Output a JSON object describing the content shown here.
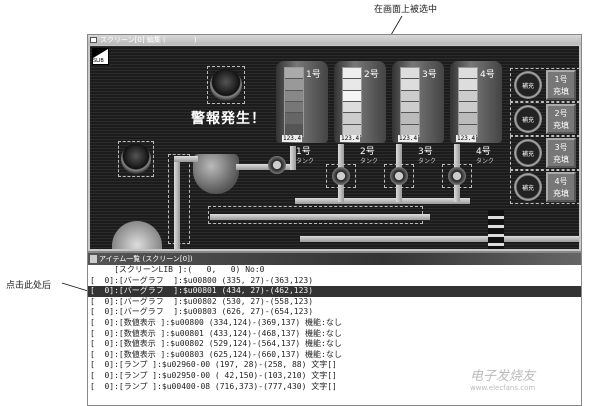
{
  "annotations": {
    "top": "在画面上被选中",
    "left": "点击此处后"
  },
  "screen_window": {
    "title": "スクリーン[0] 編集 (　　　　)",
    "slib_label": "SLIB",
    "alarm_text": "警報発生！",
    "tanks": [
      {
        "label": "1号",
        "sub": "タンク",
        "value": "123.4",
        "colors": [
          "#aaa",
          "#999",
          "#888",
          "#777",
          "#666",
          "#555"
        ]
      },
      {
        "label": "2号",
        "sub": "タンク",
        "value": "123.4",
        "colors": [
          "#eee",
          "#e8e8e8",
          "#f5f5f5",
          "#ddd",
          "#ccc",
          "#ccc"
        ]
      },
      {
        "label": "3号",
        "sub": "タンク",
        "value": "123.4",
        "colors": [
          "#ddd",
          "#ddd",
          "#ccc",
          "#ccc",
          "#bbb",
          "#bbb"
        ]
      },
      {
        "label": "4号",
        "sub": "タンク",
        "value": "123.4",
        "colors": [
          "#ddd",
          "#ddd",
          "#ccc",
          "#ccc",
          "#bbb",
          "#bbb"
        ]
      }
    ],
    "hoju_label": "補充",
    "fill_buttons": [
      {
        "line1": "1号",
        "line2": "充填"
      },
      {
        "line1": "2号",
        "line2": "充填"
      },
      {
        "line1": "3号",
        "line2": "充填"
      },
      {
        "line1": "4号",
        "line2": "充填"
      }
    ]
  },
  "item_list": {
    "title": "アイテム一覧 (スクリーン[0])",
    "selected_index": 2,
    "rows": [
      "     [スクリーンLIB ]:(   0,   0) No:0",
      "[  0]:[バーグラフ  ]:$u00800 (335, 27)-(363,123)",
      "[  0]:[バーグラフ  ]:$u00801 (434, 27)-(462,123)",
      "[  0]:[バーグラフ  ]:$u00802 (530, 27)-(558,123)",
      "[  0]:[バーグラフ  ]:$u00803 (626, 27)-(654,123)",
      "[  0]:[数値表示 ]:$u00800 (334,124)-(369,137) 機能:なし",
      "[  0]:[数値表示 ]:$u00801 (433,124)-(468,137) 機能:なし",
      "[  0]:[数値表示 ]:$u00802 (529,124)-(564,137) 機能:なし",
      "[  0]:[数値表示 ]:$u00803 (625,124)-(660,137) 機能:なし",
      "[  0]:[ランプ ]:$u02960-00 (197, 28)-(258, 88) 文字[]",
      "[  0]:[ランプ ]:$u02950-00 ( 42,150)-(103,210) 文字[]",
      "[  0]:[ランプ ]:$u00400-08 (716,373)-(777,430) 文字[]"
    ]
  },
  "watermark": {
    "text": "电子发烧友",
    "url": "www.elecfans.com"
  }
}
